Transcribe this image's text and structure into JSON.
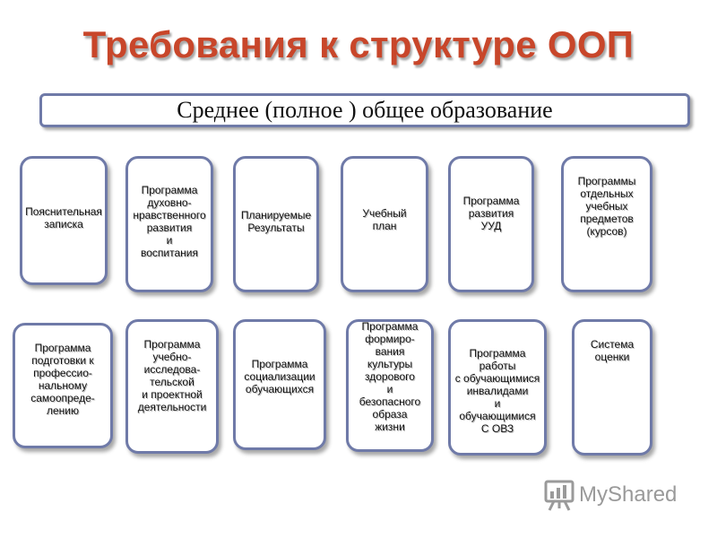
{
  "title": "Требования к структуре ООП",
  "banner": "Среднее (полное ) общее образование",
  "row1": [
    "Пояснительная\nзаписка",
    "Программа\nдуховно-\nнравственного\nразвития\nи\nвоспитания",
    "Планируемые\nРезультаты",
    "Учебный\nплан",
    "Программа\nразвития\nУУД",
    "Программы\nотдельных\nучебных\nпредметов\n(курсов)"
  ],
  "row2": [
    "Программа\nподготовки к\nпрофессио-\nнальному\nсамоопреде-\nлению",
    "Программа\nучебно-\nисследова-\nтельской\nи проектной\nдеятельности",
    "Программа\nсоциализации\nобучающихся",
    "Программа\nформиро-\nвания\nкультуры\nздорового\nи\nбезопасного\nобраза\nжизни",
    "Программа\nработы\nс обучающимися\nинвалидами\nи\nобучающимися\nС ОВЗ",
    "Система\nоценки"
  ],
  "watermark": "MyShared",
  "colors": {
    "title": "#c8462a",
    "border": "#6f7aa8",
    "watermark": "#9a9a9a"
  }
}
